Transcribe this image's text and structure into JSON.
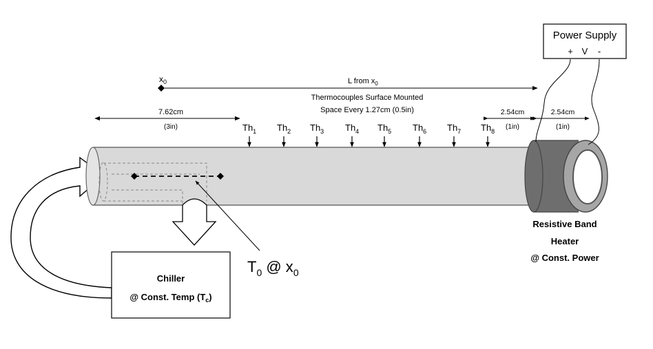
{
  "power_supply": {
    "title": "Power Supply",
    "plus": "+",
    "v": "V",
    "minus": "-"
  },
  "reference": {
    "x0_base": "x",
    "x0_sub": "0",
    "length_label_base": "L from x",
    "length_label_sub": "0"
  },
  "thermocouple_note": {
    "line1": "Thermocouples Surface Mounted",
    "line2": "Space Every 1.27cm (0.5in)"
  },
  "dimensions": {
    "left_cm": "7.62cm",
    "left_in": "(3in)",
    "mid_cm": "2.54cm",
    "mid_in": "(1in)",
    "right_cm": "2.54cm",
    "right_in": "(1in)"
  },
  "thermocouples": [
    {
      "base": "Th",
      "sub": "1"
    },
    {
      "base": "Th",
      "sub": "2"
    },
    {
      "base": "Th",
      "sub": "3"
    },
    {
      "base": "Th",
      "sub": "4"
    },
    {
      "base": "Th",
      "sub": "5"
    },
    {
      "base": "Th",
      "sub": "6"
    },
    {
      "base": "Th",
      "sub": "7"
    },
    {
      "base": "Th",
      "sub": "8"
    }
  ],
  "heater": {
    "line1": "Resistive Band",
    "line2": "Heater",
    "line3": "@ Const. Power"
  },
  "chiller": {
    "title": "Chiller",
    "line2_prefix": "@ Const. Temp (T",
    "line2_sub": "c",
    "line2_suffix": ")"
  },
  "t0_label": {
    "t": "T",
    "t_sub": "0",
    "mid": " @ x",
    "x_sub": "0"
  },
  "colors": {
    "rod_fill": "#d9d9d9",
    "heater_dark": "#6e6e6e",
    "heater_ring": "#a6a6a6"
  }
}
